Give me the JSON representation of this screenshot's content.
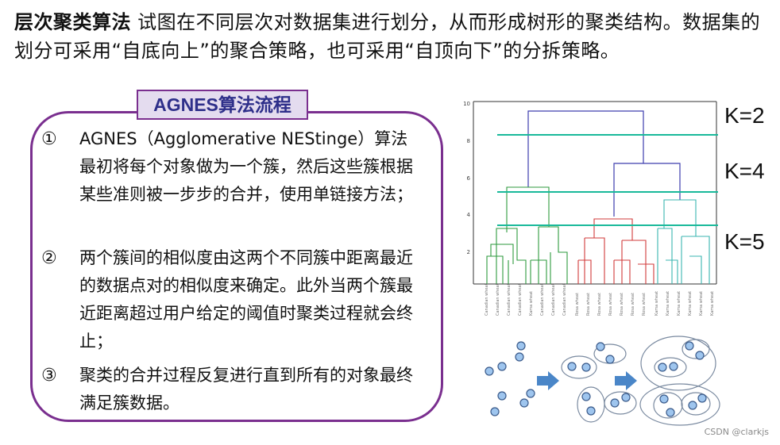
{
  "intro": {
    "term": "层次聚类算法",
    "text": " 试图在不同层次对数据集进行划分，从而形成树形的聚类结构。数据集的划分可采用“自底向上”的聚合策略，也可采用“自顶向下”的分拆策略。"
  },
  "panel": {
    "title": "AGNES算法流程",
    "steps": [
      {
        "num": "①",
        "text": "AGNES（Agglomerative NEStinge）算法最初将每个对象做为一个簇，然后这些簇根据某些准则被一步步的合并，使用单链接方法；"
      },
      {
        "num": "②",
        "text": "两个簇间的相似度由这两个不同簇中距离最近的数据点对的相似度来确定。此外当两个簇最近距离超过用户给定的阈值时聚类过程就会终止；"
      },
      {
        "num": "③",
        "text": "聚类的合并过程反复进行直到所有的对象最终满足簇数据。"
      }
    ]
  },
  "dendrogram": {
    "y_ticks": [
      "10",
      "8",
      "6",
      "4",
      "2"
    ],
    "k_labels": [
      "K=2",
      "K=4",
      "K=5"
    ],
    "leaf_labels": [
      "Canadian wheat",
      "Kama wheat",
      "Rosa wheat"
    ],
    "colors": {
      "green": "#2e9a3e",
      "red": "#d23b3b",
      "cyan": "#3bb6b0",
      "blue": "#3d3dae",
      "cut": "#19b99a"
    }
  },
  "diagram": {
    "colors": {
      "point": "#9ec5ee",
      "arrow": "#4a86c8",
      "ellipse": "#7a8aa0"
    }
  },
  "watermark": "CSDN @clarkjs"
}
